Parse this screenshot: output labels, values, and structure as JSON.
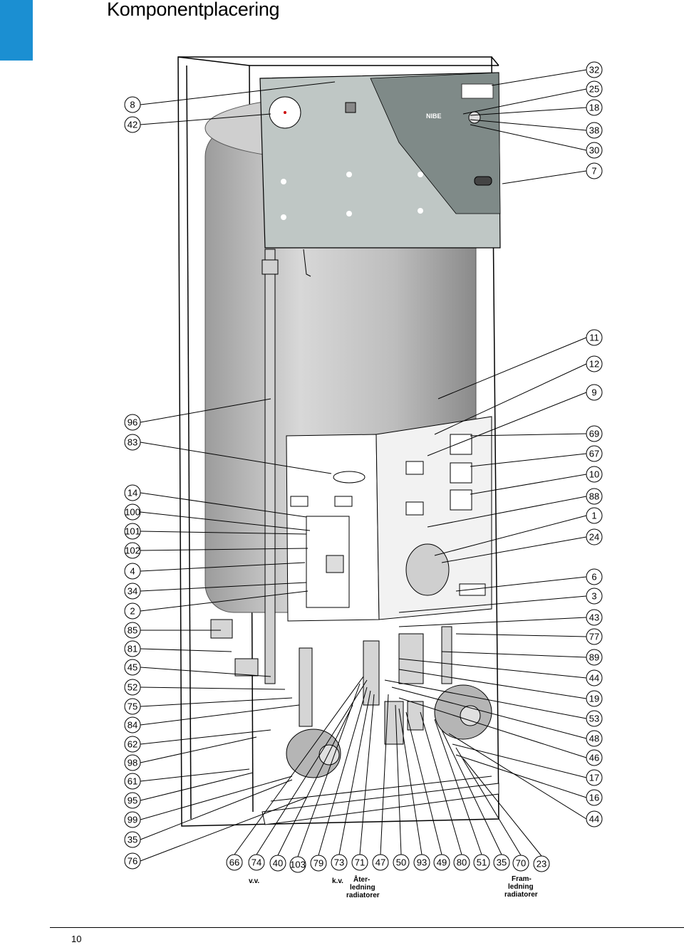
{
  "title": "Komponentplacering",
  "page_number": "10",
  "brand_label": "NIBE",
  "accent_color": "#1b8fd2",
  "callouts_left": [
    "8",
    "42",
    "96",
    "83",
    "14",
    "100",
    "101",
    "102",
    "4",
    "34",
    "2",
    "85",
    "81",
    "45",
    "52",
    "75",
    "84",
    "62",
    "98",
    "61",
    "95",
    "99",
    "35",
    "76"
  ],
  "callouts_right": [
    "32",
    "25",
    "18",
    "38",
    "30",
    "7",
    "11",
    "12",
    "9",
    "69",
    "67",
    "10",
    "88",
    "1",
    "24",
    "6",
    "3",
    "43",
    "77",
    "89",
    "44",
    "19",
    "53",
    "48",
    "46",
    "17",
    "16",
    "44"
  ],
  "callouts_bottom": [
    "66",
    "74",
    "40",
    "103",
    "79",
    "73",
    "71",
    "47",
    "50",
    "93",
    "49",
    "80",
    "51",
    "35",
    "70",
    "23"
  ],
  "bottom_labels": {
    "vv": "v.v.",
    "kv": "k.v.",
    "return_line_1": "Åter-",
    "return_line_2": "ledning",
    "return_line_3": "radiatorer",
    "supply_line_1": "Fram-",
    "supply_line_2": "ledning",
    "supply_line_3": "radiatorer"
  }
}
